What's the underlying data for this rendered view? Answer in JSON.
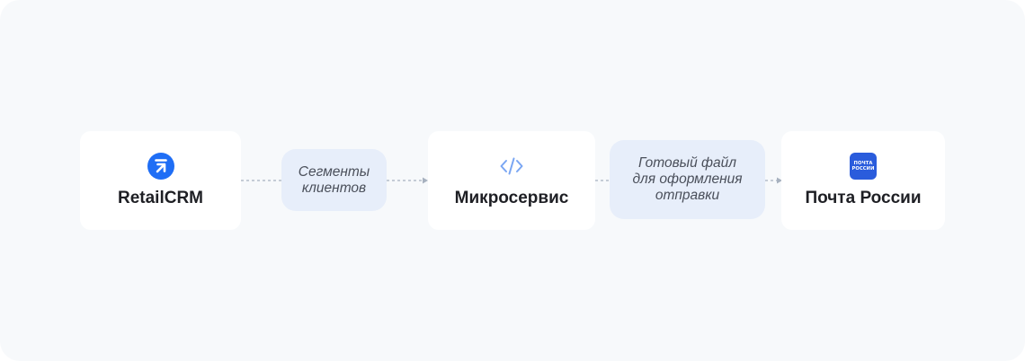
{
  "nodes": {
    "retailcrm": {
      "title": "RetailCRM",
      "icon": "retailcrm-logo-icon",
      "icon_color": "#1f6ef5"
    },
    "microservice": {
      "title": "Микросервис",
      "icon": "code-icon",
      "icon_color": "#7aa6f3"
    },
    "pochta": {
      "title": "Почта России",
      "icon": "pochta-rossii-logo",
      "icon_color": "#2a5cdc",
      "logo_text": [
        "ПОЧТА",
        "РОССИИ"
      ]
    }
  },
  "edges": {
    "first": {
      "lines": [
        "Сегменты",
        "клиентов"
      ]
    },
    "second": {
      "lines": [
        "Готовый файл",
        "для оформления",
        "отправки"
      ]
    }
  },
  "colors": {
    "background": "#f7f9fb",
    "node_background": "#ffffff",
    "label_background": "#e7eefa",
    "connector": "#a7b1bf",
    "title_text": "#1e1f24"
  }
}
